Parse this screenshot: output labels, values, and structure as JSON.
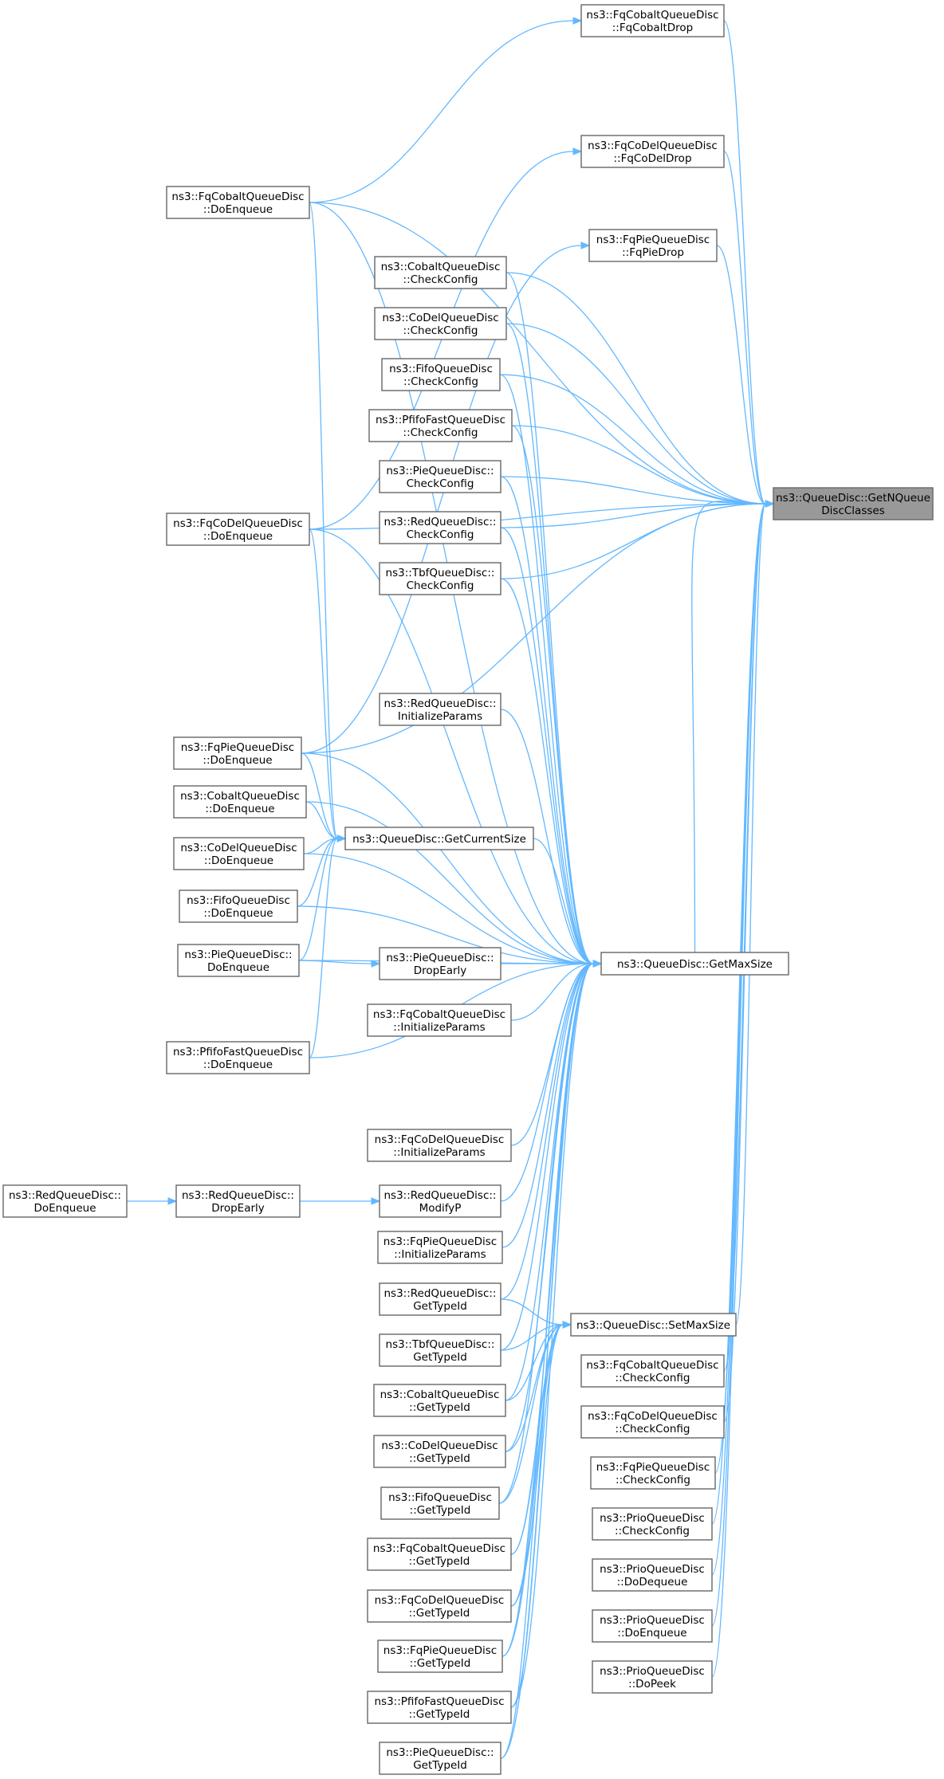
{
  "graph": {
    "nodes": [
      {
        "id": "target",
        "lines": [
          "ns3::QueueDisc::GetNQueue",
          "DiscClasses"
        ],
        "highlight": true
      },
      {
        "id": "fqcobaltdrop",
        "lines": [
          "ns3::FqCobaltQueueDisc",
          "::FqCobaltDrop"
        ]
      },
      {
        "id": "fqcodeldrop",
        "lines": [
          "ns3::FqCoDelQueueDisc",
          "::FqCoDelDrop"
        ]
      },
      {
        "id": "fqpiedrop",
        "lines": [
          "ns3::FqPieQueueDisc",
          "::FqPieDrop"
        ]
      },
      {
        "id": "fqcobalt_enq",
        "lines": [
          "ns3::FqCobaltQueueDisc",
          "::DoEnqueue"
        ]
      },
      {
        "id": "fqcodel_enq",
        "lines": [
          "ns3::FqCoDelQueueDisc",
          "::DoEnqueue"
        ]
      },
      {
        "id": "cobalt_cc",
        "lines": [
          "ns3::CobaltQueueDisc",
          "::CheckConfig"
        ]
      },
      {
        "id": "codel_cc",
        "lines": [
          "ns3::CoDelQueueDisc",
          "::CheckConfig"
        ]
      },
      {
        "id": "fifo_cc",
        "lines": [
          "ns3::FifoQueueDisc",
          "::CheckConfig"
        ]
      },
      {
        "id": "pfifo_cc",
        "lines": [
          "ns3::PfifoFastQueueDisc",
          "::CheckConfig"
        ]
      },
      {
        "id": "pie_cc",
        "lines": [
          "ns3::PieQueueDisc::",
          "CheckConfig"
        ]
      },
      {
        "id": "red_cc",
        "lines": [
          "ns3::RedQueueDisc::",
          "CheckConfig"
        ]
      },
      {
        "id": "tbf_cc",
        "lines": [
          "ns3::TbfQueueDisc::",
          "CheckConfig"
        ]
      },
      {
        "id": "red_init",
        "lines": [
          "ns3::RedQueueDisc::",
          "InitializeParams"
        ]
      },
      {
        "id": "fqpie_enq",
        "lines": [
          "ns3::FqPieQueueDisc",
          "::DoEnqueue"
        ]
      },
      {
        "id": "cobalt_enq",
        "lines": [
          "ns3::CobaltQueueDisc",
          "::DoEnqueue"
        ]
      },
      {
        "id": "codel_enq",
        "lines": [
          "ns3::CoDelQueueDisc",
          "::DoEnqueue"
        ]
      },
      {
        "id": "fifo_enq",
        "lines": [
          "ns3::FifoQueueDisc",
          "::DoEnqueue"
        ]
      },
      {
        "id": "pie_enq",
        "lines": [
          "ns3::PieQueueDisc::",
          "DoEnqueue"
        ]
      },
      {
        "id": "pfifo_enq",
        "lines": [
          "ns3::PfifoFastQueueDisc",
          "::DoEnqueue"
        ]
      },
      {
        "id": "getcursize",
        "lines": [
          "ns3::QueueDisc::GetCurrentSize"
        ]
      },
      {
        "id": "pie_dropearly",
        "lines": [
          "ns3::PieQueueDisc::",
          "DropEarly"
        ]
      },
      {
        "id": "getmaxsize",
        "lines": [
          "ns3::QueueDisc::GetMaxSize"
        ]
      },
      {
        "id": "fqcobalt_init",
        "lines": [
          "ns3::FqCobaltQueueDisc",
          "::InitializeParams"
        ]
      },
      {
        "id": "fqcodel_init",
        "lines": [
          "ns3::FqCoDelQueueDisc",
          "::InitializeParams"
        ]
      },
      {
        "id": "red_doenq",
        "lines": [
          "ns3::RedQueueDisc::",
          "DoEnqueue"
        ]
      },
      {
        "id": "red_dropearly",
        "lines": [
          "ns3::RedQueueDisc::",
          "DropEarly"
        ]
      },
      {
        "id": "red_modifyp",
        "lines": [
          "ns3::RedQueueDisc::",
          "ModifyP"
        ]
      },
      {
        "id": "fqpie_init",
        "lines": [
          "ns3::FqPieQueueDisc",
          "::InitializeParams"
        ]
      },
      {
        "id": "red_gti",
        "lines": [
          "ns3::RedQueueDisc::",
          "GetTypeId"
        ]
      },
      {
        "id": "tbf_gti",
        "lines": [
          "ns3::TbfQueueDisc::",
          "GetTypeId"
        ]
      },
      {
        "id": "cobalt_gti",
        "lines": [
          "ns3::CobaltQueueDisc",
          "::GetTypeId"
        ]
      },
      {
        "id": "codel_gti",
        "lines": [
          "ns3::CoDelQueueDisc",
          "::GetTypeId"
        ]
      },
      {
        "id": "fifo_gti",
        "lines": [
          "ns3::FifoQueueDisc",
          "::GetTypeId"
        ]
      },
      {
        "id": "fqcobalt_gti",
        "lines": [
          "ns3::FqCobaltQueueDisc",
          "::GetTypeId"
        ]
      },
      {
        "id": "fqcodel_gti",
        "lines": [
          "ns3::FqCoDelQueueDisc",
          "::GetTypeId"
        ]
      },
      {
        "id": "fqpie_gti",
        "lines": [
          "ns3::FqPieQueueDisc",
          "::GetTypeId"
        ]
      },
      {
        "id": "pfifo_gti",
        "lines": [
          "ns3::PfifoFastQueueDisc",
          "::GetTypeId"
        ]
      },
      {
        "id": "pie_gti",
        "lines": [
          "ns3::PieQueueDisc::",
          "GetTypeId"
        ]
      },
      {
        "id": "setmaxsize",
        "lines": [
          "ns3::QueueDisc::SetMaxSize"
        ]
      },
      {
        "id": "fqcobalt_cc",
        "lines": [
          "ns3::FqCobaltQueueDisc",
          "::CheckConfig"
        ]
      },
      {
        "id": "fqcodel_cc",
        "lines": [
          "ns3::FqCoDelQueueDisc",
          "::CheckConfig"
        ]
      },
      {
        "id": "fqpie_cc",
        "lines": [
          "ns3::FqPieQueueDisc",
          "::CheckConfig"
        ]
      },
      {
        "id": "prio_cc",
        "lines": [
          "ns3::PrioQueueDisc",
          "::CheckConfig"
        ]
      },
      {
        "id": "prio_deq",
        "lines": [
          "ns3::PrioQueueDisc",
          "::DoDequeue"
        ]
      },
      {
        "id": "prio_enq",
        "lines": [
          "ns3::PrioQueueDisc",
          "::DoEnqueue"
        ]
      },
      {
        "id": "prio_peek",
        "lines": [
          "ns3::PrioQueueDisc",
          "::DoPeek"
        ]
      }
    ],
    "edges": [
      [
        "fqcobaltdrop",
        "target"
      ],
      [
        "fqcodeldrop",
        "target"
      ],
      [
        "fqpiedrop",
        "target"
      ],
      [
        "fqcobalt_enq",
        "target"
      ],
      [
        "fqcodel_enq",
        "target"
      ],
      [
        "fqpie_enq",
        "target"
      ],
      [
        "cobalt_cc",
        "target"
      ],
      [
        "codel_cc",
        "target"
      ],
      [
        "fifo_cc",
        "target"
      ],
      [
        "pfifo_cc",
        "target"
      ],
      [
        "pie_cc",
        "target"
      ],
      [
        "red_cc",
        "target"
      ],
      [
        "tbf_cc",
        "target"
      ],
      [
        "getmaxsize",
        "target"
      ],
      [
        "setmaxsize",
        "target"
      ],
      [
        "fqcobalt_cc",
        "target"
      ],
      [
        "fqcodel_cc",
        "target"
      ],
      [
        "fqpie_cc",
        "target"
      ],
      [
        "prio_cc",
        "target"
      ],
      [
        "prio_deq",
        "target"
      ],
      [
        "prio_enq",
        "target"
      ],
      [
        "prio_peek",
        "target"
      ],
      [
        "fqcobalt_enq",
        "fqcobaltdrop"
      ],
      [
        "fqcodel_enq",
        "fqcodeldrop"
      ],
      [
        "fqpie_enq",
        "fqpiedrop"
      ],
      [
        "fqcobalt_enq",
        "getcursize"
      ],
      [
        "fqcodel_enq",
        "getcursize"
      ],
      [
        "fqpie_enq",
        "getcursize"
      ],
      [
        "cobalt_enq",
        "getcursize"
      ],
      [
        "codel_enq",
        "getcursize"
      ],
      [
        "fifo_enq",
        "getcursize"
      ],
      [
        "pie_enq",
        "getcursize"
      ],
      [
        "pfifo_enq",
        "getcursize"
      ],
      [
        "cobalt_cc",
        "getmaxsize"
      ],
      [
        "codel_cc",
        "getmaxsize"
      ],
      [
        "fifo_cc",
        "getmaxsize"
      ],
      [
        "pfifo_cc",
        "getmaxsize"
      ],
      [
        "pie_cc",
        "getmaxsize"
      ],
      [
        "red_cc",
        "getmaxsize"
      ],
      [
        "tbf_cc",
        "getmaxsize"
      ],
      [
        "fqcobalt_enq",
        "getmaxsize"
      ],
      [
        "fqcodel_enq",
        "getmaxsize"
      ],
      [
        "red_init",
        "getmaxsize"
      ],
      [
        "fqpie_enq",
        "getmaxsize"
      ],
      [
        "cobalt_enq",
        "getmaxsize"
      ],
      [
        "codel_enq",
        "getmaxsize"
      ],
      [
        "fifo_enq",
        "getmaxsize"
      ],
      [
        "pie_enq",
        "getmaxsize"
      ],
      [
        "pfifo_enq",
        "getmaxsize"
      ],
      [
        "getcursize",
        "getmaxsize"
      ],
      [
        "pie_dropearly",
        "getmaxsize"
      ],
      [
        "fqcobalt_init",
        "getmaxsize"
      ],
      [
        "fqcodel_init",
        "getmaxsize"
      ],
      [
        "red_modifyp",
        "getmaxsize"
      ],
      [
        "fqpie_init",
        "getmaxsize"
      ],
      [
        "red_gti",
        "getmaxsize"
      ],
      [
        "tbf_gti",
        "getmaxsize"
      ],
      [
        "cobalt_gti",
        "getmaxsize"
      ],
      [
        "codel_gti",
        "getmaxsize"
      ],
      [
        "fifo_gti",
        "getmaxsize"
      ],
      [
        "fqcobalt_gti",
        "getmaxsize"
      ],
      [
        "fqcodel_gti",
        "getmaxsize"
      ],
      [
        "fqpie_gti",
        "getmaxsize"
      ],
      [
        "pfifo_gti",
        "getmaxsize"
      ],
      [
        "pie_gti",
        "getmaxsize"
      ],
      [
        "pie_enq",
        "pie_dropearly"
      ],
      [
        "red_doenq",
        "red_dropearly"
      ],
      [
        "red_dropearly",
        "red_modifyp"
      ],
      [
        "red_gti",
        "setmaxsize"
      ],
      [
        "tbf_gti",
        "setmaxsize"
      ],
      [
        "cobalt_gti",
        "setmaxsize"
      ],
      [
        "codel_gti",
        "setmaxsize"
      ],
      [
        "fifo_gti",
        "setmaxsize"
      ],
      [
        "fqcobalt_gti",
        "setmaxsize"
      ],
      [
        "fqcodel_gti",
        "setmaxsize"
      ],
      [
        "fqpie_gti",
        "setmaxsize"
      ],
      [
        "pfifo_gti",
        "setmaxsize"
      ],
      [
        "pie_gti",
        "setmaxsize"
      ]
    ]
  }
}
